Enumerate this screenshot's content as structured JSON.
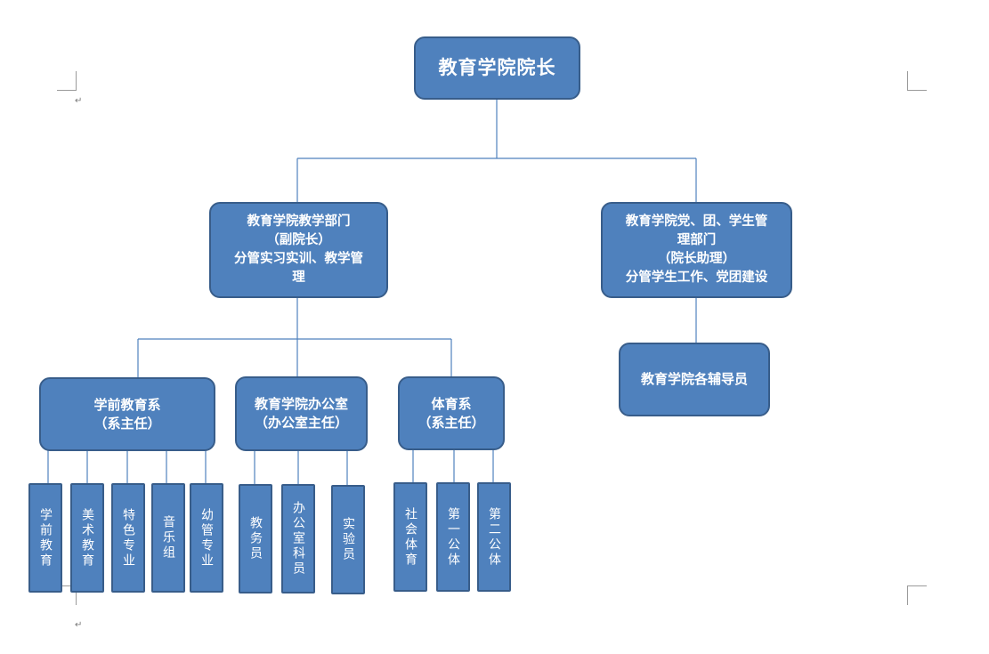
{
  "root": {
    "title": "教育学院院长"
  },
  "teaching_dept": {
    "line1": "教育学院教学部门",
    "line2": "（副院长）",
    "line3": "分管实习实训、教学管",
    "line4": "理"
  },
  "party_dept": {
    "line1": "教育学院党、团、学生管",
    "line2": "理部门",
    "line3": "（院长助理）",
    "line4": "分管学生工作、党团建设"
  },
  "counselors": {
    "label": "教育学院各辅导员"
  },
  "preschool": {
    "line1": "学前教育系",
    "line2": "（系主任）"
  },
  "office": {
    "line1": "教育学院办公室",
    "line2": "（办公室主任）"
  },
  "pe": {
    "line1": "体育系",
    "line2": "（系主任）"
  },
  "leaves": [
    {
      "label": "学前教育"
    },
    {
      "label": "美术教育"
    },
    {
      "label": "特色专业"
    },
    {
      "label": "音乐组"
    },
    {
      "label": "幼管专业"
    },
    {
      "label": "教务员"
    },
    {
      "label": "办公室科员"
    },
    {
      "label": "实验员"
    },
    {
      "label": "社会体育"
    },
    {
      "label": "第一公体"
    },
    {
      "label": "第二公体"
    }
  ],
  "paragraph_marks": [
    "↵",
    "↵"
  ],
  "colors": {
    "box_fill": "#4f81bd",
    "box_border": "#385d8a",
    "connector": "#4f81bd",
    "text": "#ffffff"
  }
}
